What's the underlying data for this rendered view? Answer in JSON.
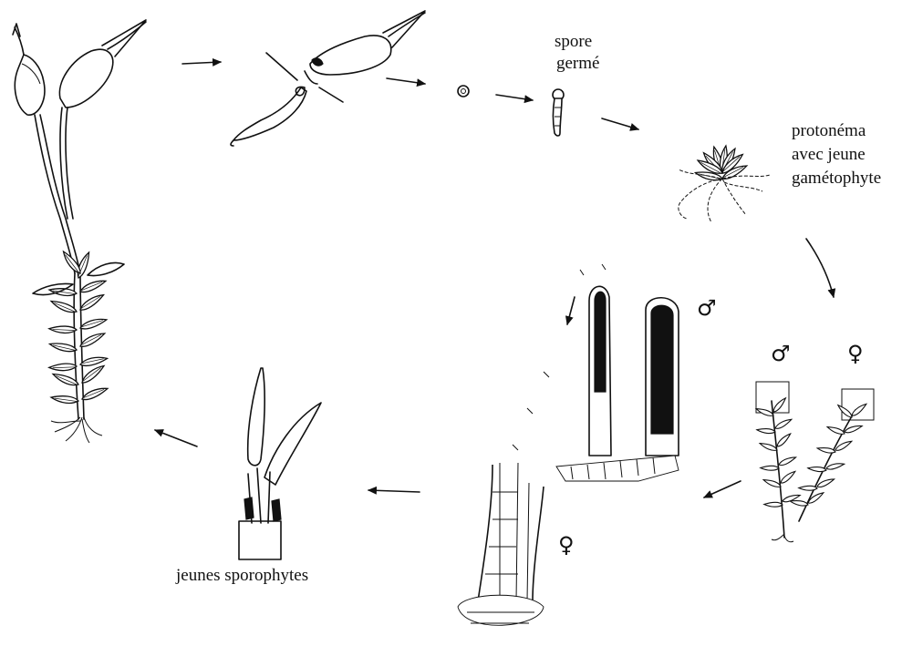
{
  "labels": {
    "spore_germe_line1": "spore",
    "spore_germe_line2": "germé",
    "protonema_line1": "protonéma",
    "protonema_line2": "avec jeune",
    "protonema_line3": "gamétophyte",
    "jeunes_sporophytes": "jeunes sporophytes"
  },
  "symbols": {
    "male_antheridium": "♂",
    "male_gametophyte": "♂",
    "female_gametophyte": "♀",
    "female_archegonium": "♀"
  }
}
